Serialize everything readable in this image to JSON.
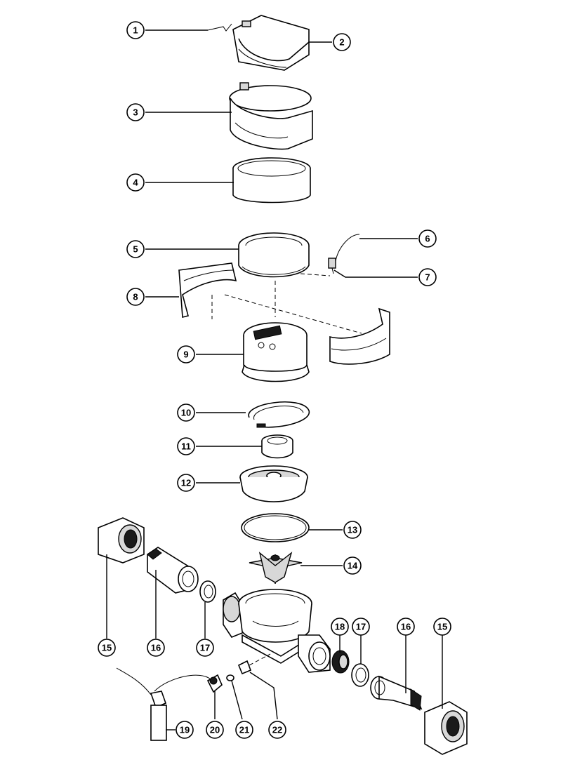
{
  "diagram": {
    "callouts": [
      "1",
      "2",
      "3",
      "4",
      "5",
      "6",
      "7",
      "8",
      "9",
      "10",
      "11",
      "12",
      "13",
      "14",
      "15",
      "16",
      "17",
      "18",
      "17",
      "16",
      "15",
      "19",
      "20",
      "21",
      "22"
    ]
  }
}
